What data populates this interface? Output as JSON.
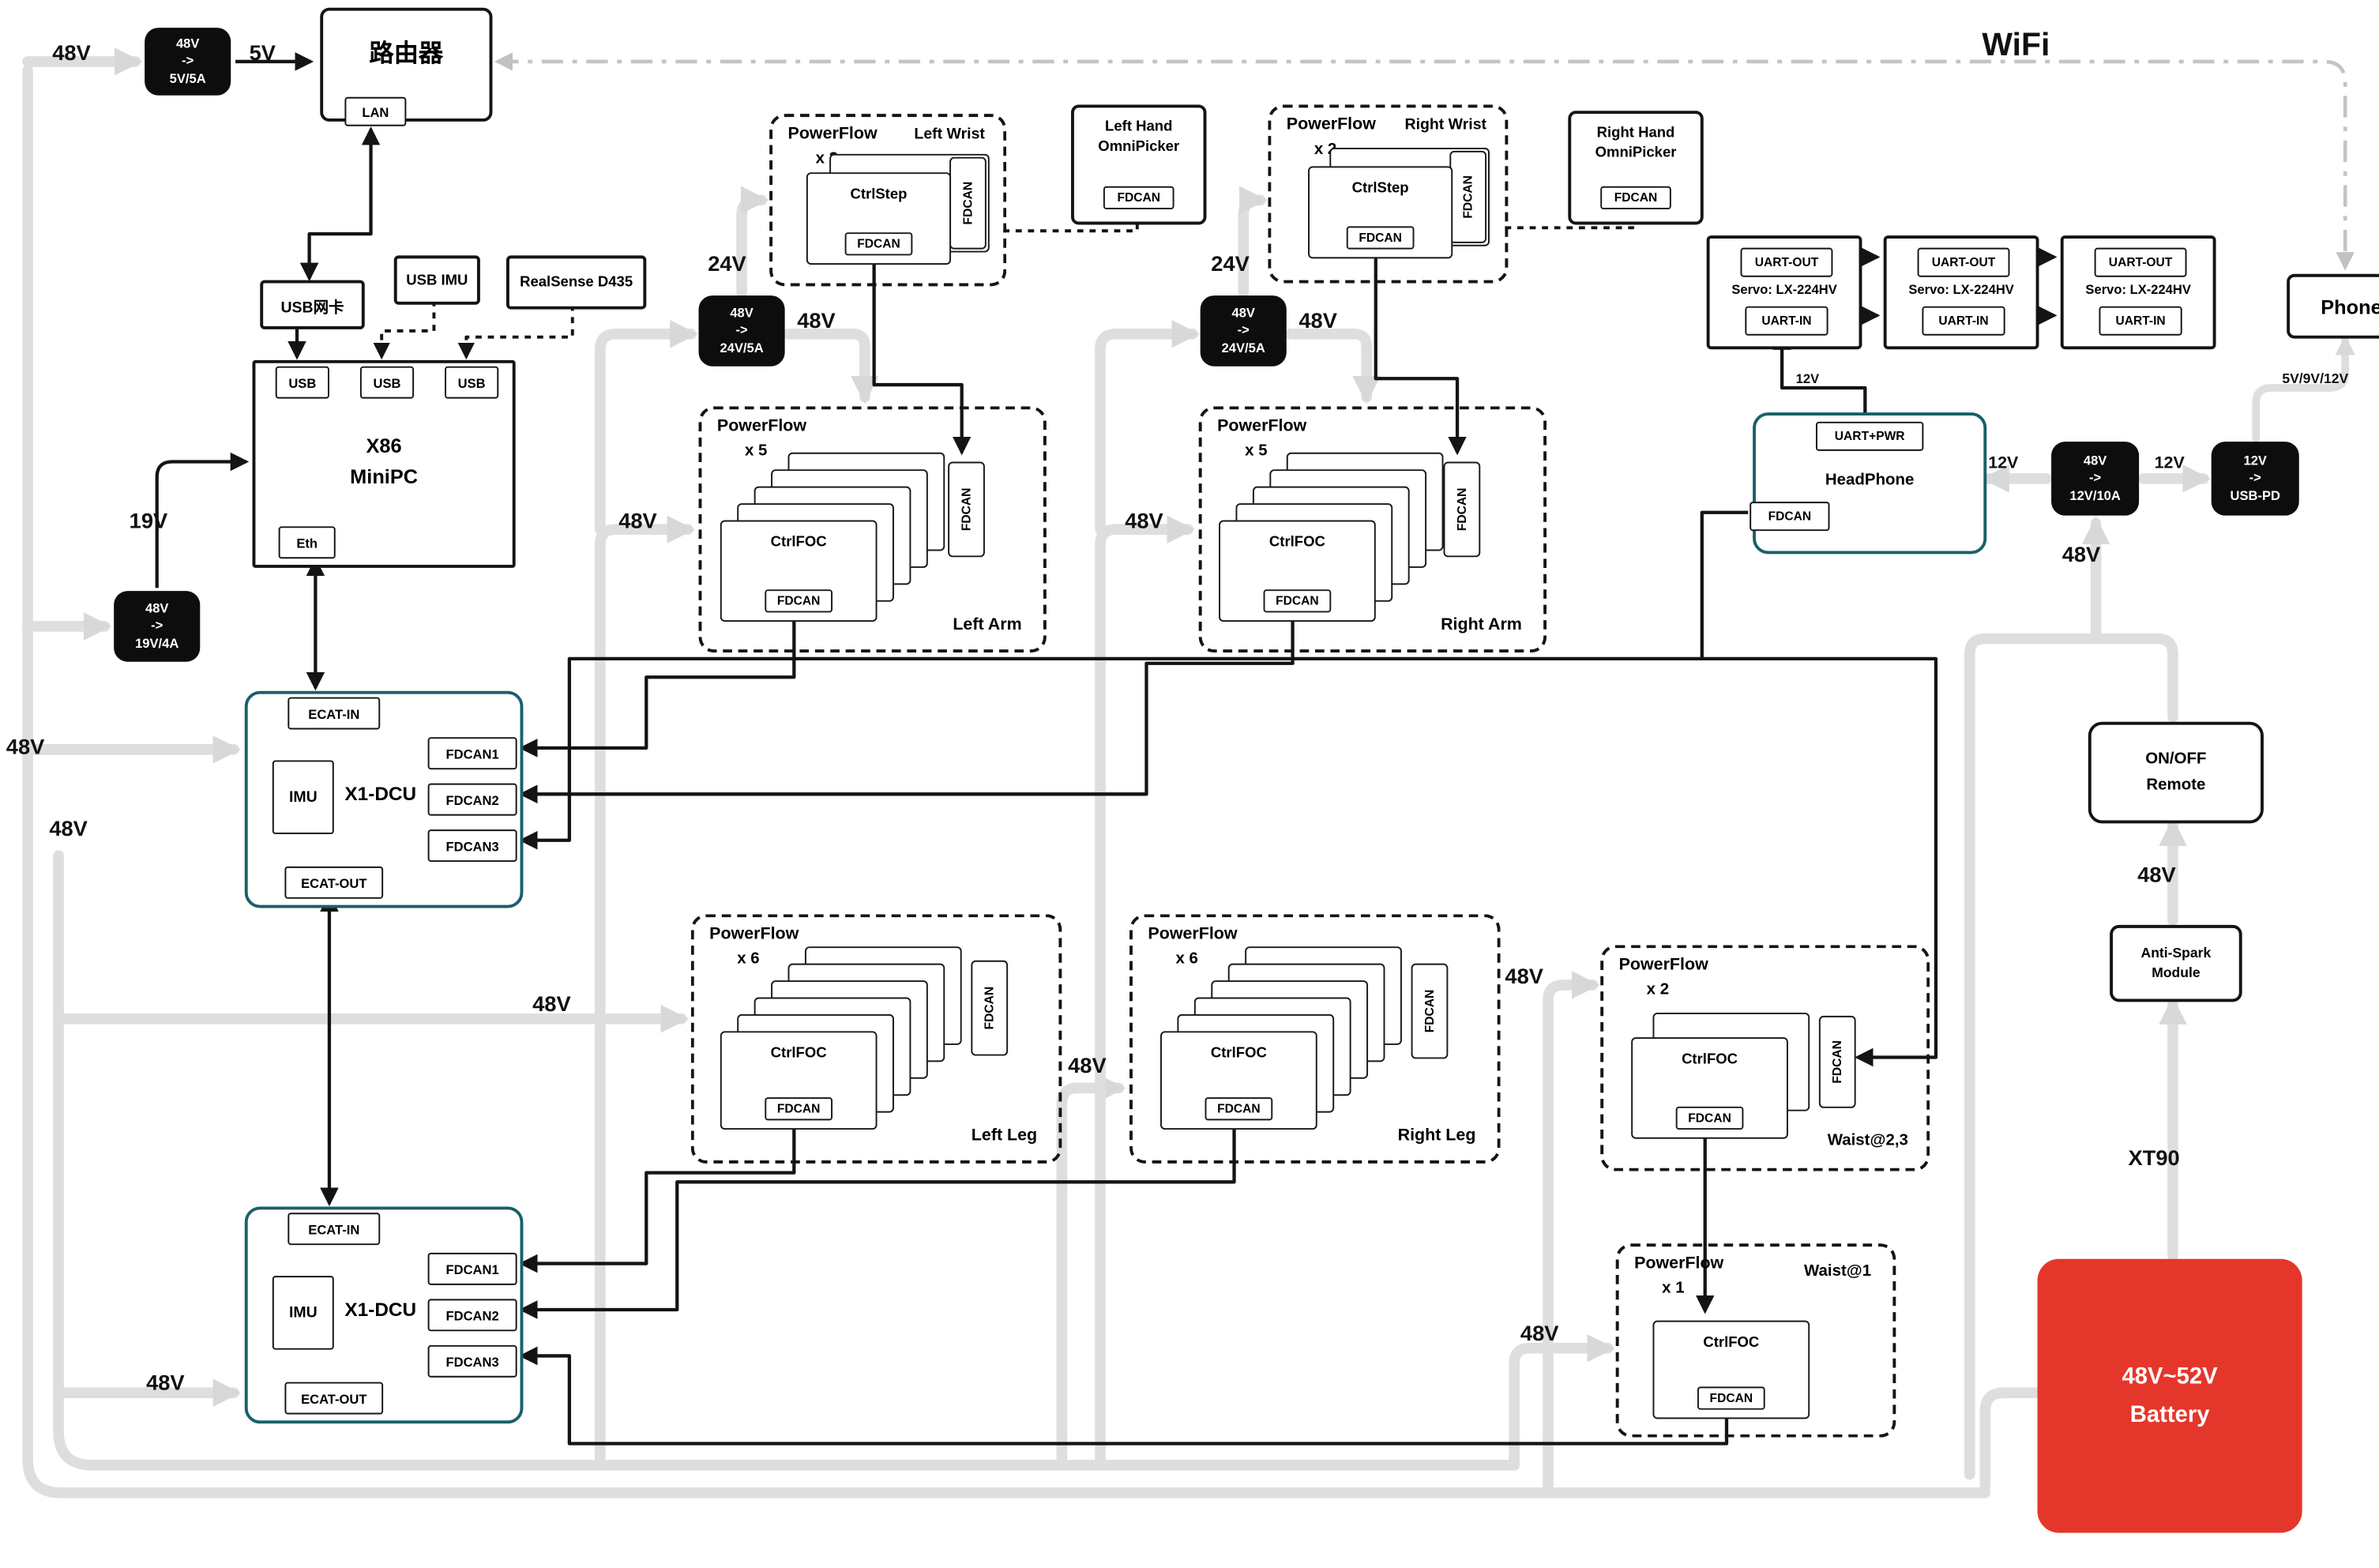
{
  "labels": {
    "v48": "48V",
    "v24": "24V",
    "v12": "12V",
    "v19": "19V",
    "v5": "5V",
    "v5912": "5V/9V/12V",
    "wifi": "WiFi",
    "xt90": "XT90"
  },
  "router": {
    "title": "路由器",
    "lan": "LAN"
  },
  "converters": {
    "c5": {
      "in": "48V",
      "arrow": "->",
      "out": "5V/5A"
    },
    "c19": {
      "in": "48V",
      "arrow": "->",
      "out": "19V/4A"
    },
    "c24": {
      "in": "48V",
      "arrow": "->",
      "out": "24V/5A"
    },
    "c12": {
      "in": "48V",
      "arrow": "->",
      "out": "12V/10A"
    },
    "cpd": {
      "in": "12V",
      "arrow": "->",
      "out": "USB-PD"
    }
  },
  "pc": {
    "usb_net": "USB网卡",
    "usb_imu": "USB IMU",
    "realsense": "RealSense D435",
    "line1": "X86",
    "line2": "MiniPC",
    "usb": "USB",
    "eth": "Eth"
  },
  "dcu": {
    "title": "X1-DCU",
    "ecat_in": "ECAT-IN",
    "ecat_out": "ECAT-OUT",
    "imu": "IMU",
    "fdcan1": "FDCAN1",
    "fdcan2": "FDCAN2",
    "fdcan3": "FDCAN3"
  },
  "powerflow": {
    "name": "PowerFlow",
    "fdcan": "FDCAN",
    "ctrl_step": "CtrlStep",
    "ctrl_foc": "CtrlFOC",
    "groups": {
      "left_wrist": {
        "count": "x 2",
        "title": "Left Wrist"
      },
      "right_wrist": {
        "count": "x 2",
        "title": "Right Wrist"
      },
      "left_arm": {
        "count": "x 5",
        "title": "Left Arm"
      },
      "right_arm": {
        "count": "x 5",
        "title": "Right Arm"
      },
      "left_leg": {
        "count": "x 6",
        "title": "Left Leg"
      },
      "right_leg": {
        "count": "x 6",
        "title": "Right Leg"
      },
      "waist23": {
        "count": "x 2",
        "title": "Waist@2,3"
      },
      "waist1": {
        "count": "x 1",
        "title": "Waist@1"
      }
    }
  },
  "hands": {
    "fdcan": "FDCAN",
    "left": {
      "line1": "Left Hand",
      "line2": "OmniPicker"
    },
    "right": {
      "line1": "Right Hand",
      "line2": "OmniPicker"
    }
  },
  "servos": {
    "uart_out": "UART-OUT",
    "uart_in": "UART-IN",
    "name": "Servo: LX-224HV"
  },
  "headphone": {
    "uart": "UART+PWR",
    "title": "HeadPhone",
    "fdcan": "FDCAN"
  },
  "phone": {
    "title": "Phone"
  },
  "remote": {
    "line1": "ON/OFF",
    "line2": "Remote"
  },
  "antispark": {
    "line1": "Anti-Spark",
    "line2": "Module"
  },
  "battery": {
    "line1": "48V~52V",
    "line2": "Battery"
  }
}
